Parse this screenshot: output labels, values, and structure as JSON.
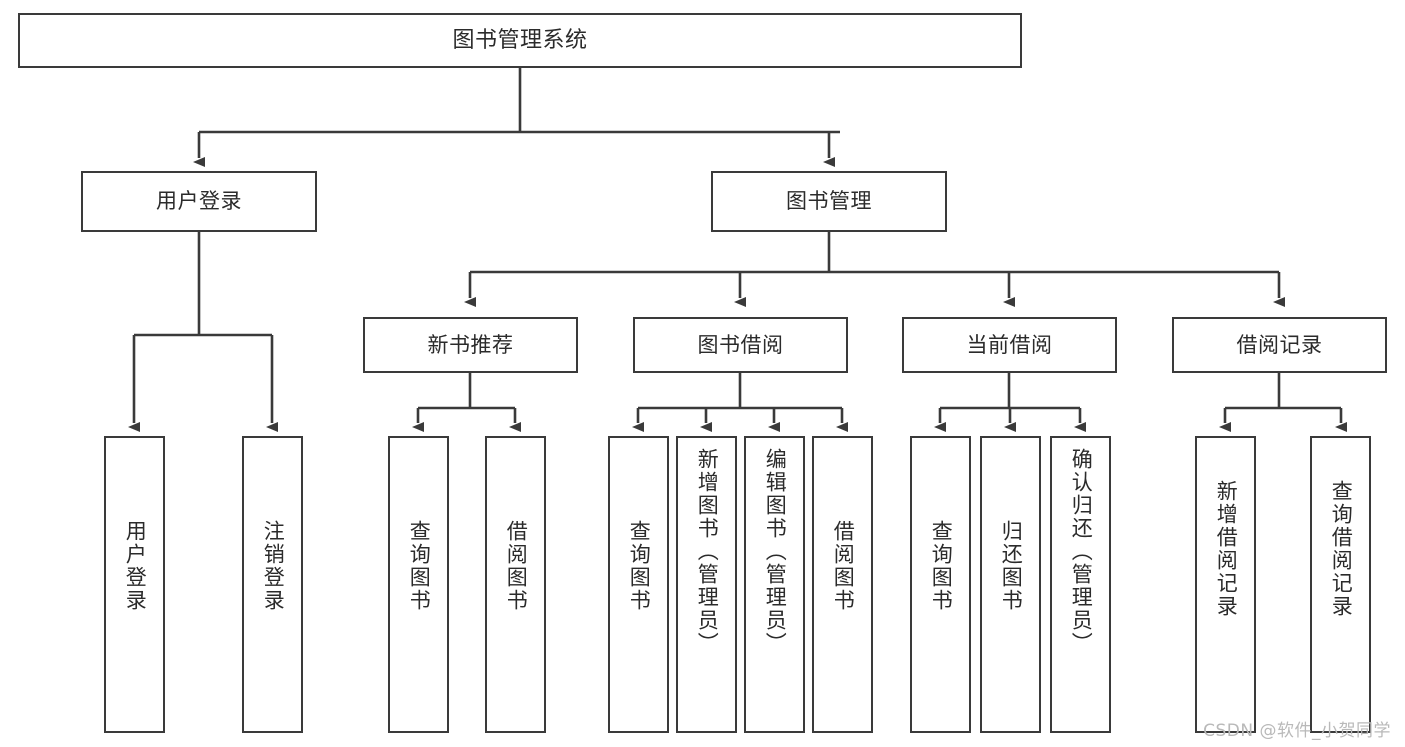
{
  "diagram": {
    "title": "图书管理系统",
    "watermark": "CSDN @软件_小贺同学",
    "stroke_color": "#3a3a3a",
    "background_color": "#ffffff",
    "text_color": "#2b2b2b",
    "watermark_color": "#b9b9b9",
    "levels": {
      "root": "图书管理系统",
      "level2": [
        "用户登录",
        "图书管理"
      ],
      "level3": [
        "新书推荐",
        "图书借阅",
        "当前借阅",
        "借阅记录"
      ]
    },
    "nodes": {
      "root": {
        "label": "图书管理系统"
      },
      "user_login": {
        "label": "用户登录"
      },
      "book_manage": {
        "label": "图书管理"
      },
      "new_book_rec": {
        "label": "新书推荐"
      },
      "book_borrow": {
        "label": "图书借阅"
      },
      "current_borrow": {
        "label": "当前借阅"
      },
      "borrow_record": {
        "label": "借阅记录"
      },
      "leaf_user_login": {
        "label": "用户登录"
      },
      "leaf_logout": {
        "label": "注销登录"
      },
      "leaf_query_book_1": {
        "label": "查询图书"
      },
      "leaf_borrow_book_1": {
        "label": "借阅图书"
      },
      "leaf_query_book_2": {
        "label": "查询图书"
      },
      "leaf_add_book": {
        "label": "新增图书（管理员）"
      },
      "leaf_edit_book": {
        "label": "编辑图书（管理员）"
      },
      "leaf_borrow_book_2": {
        "label": "借阅图书"
      },
      "leaf_query_book_3": {
        "label": "查询图书"
      },
      "leaf_return_book": {
        "label": "归还图书"
      },
      "leaf_confirm_return": {
        "label": "确认归还（管理员）"
      },
      "leaf_add_record": {
        "label": "新增借阅记录"
      },
      "leaf_query_record": {
        "label": "查询借阅记录"
      }
    }
  }
}
